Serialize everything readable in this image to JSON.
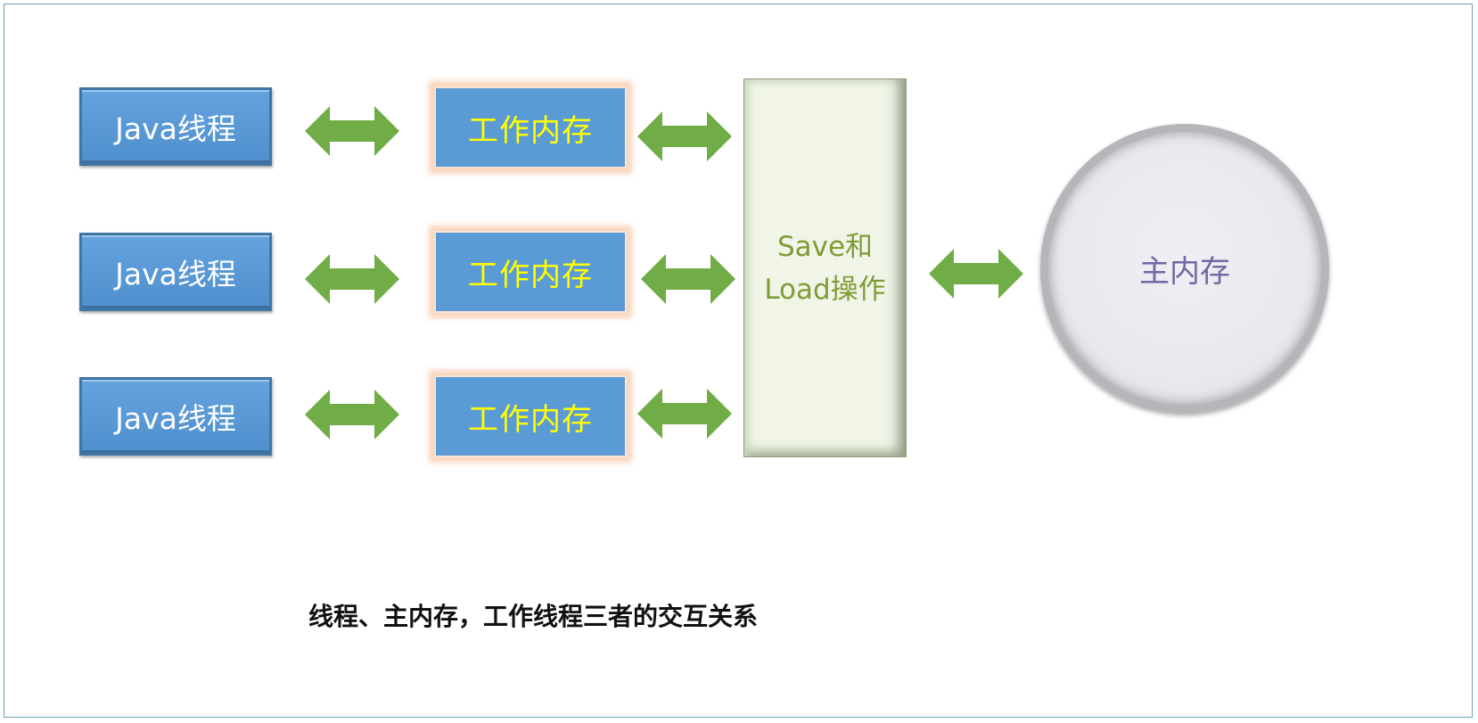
{
  "threads": [
    {
      "label": "Java线程"
    },
    {
      "label": "Java线程"
    },
    {
      "label": "Java线程"
    }
  ],
  "working_memory": [
    {
      "label": "工作内存"
    },
    {
      "label": "工作内存"
    },
    {
      "label": "工作内存"
    }
  ],
  "save_load": {
    "line1": "Save和",
    "line2": "Load操作"
  },
  "main_memory": {
    "label": "主内存"
  },
  "caption": "线程、主内存，工作线程三者的交互关系",
  "colors": {
    "thread_box": "#5b9bd5",
    "working_memory_text": "#ffff00",
    "working_memory_glow": "#f4b183",
    "arrow": "#70ad47",
    "save_load_text": "#7f9c35",
    "main_memory_text": "#7466a0"
  }
}
